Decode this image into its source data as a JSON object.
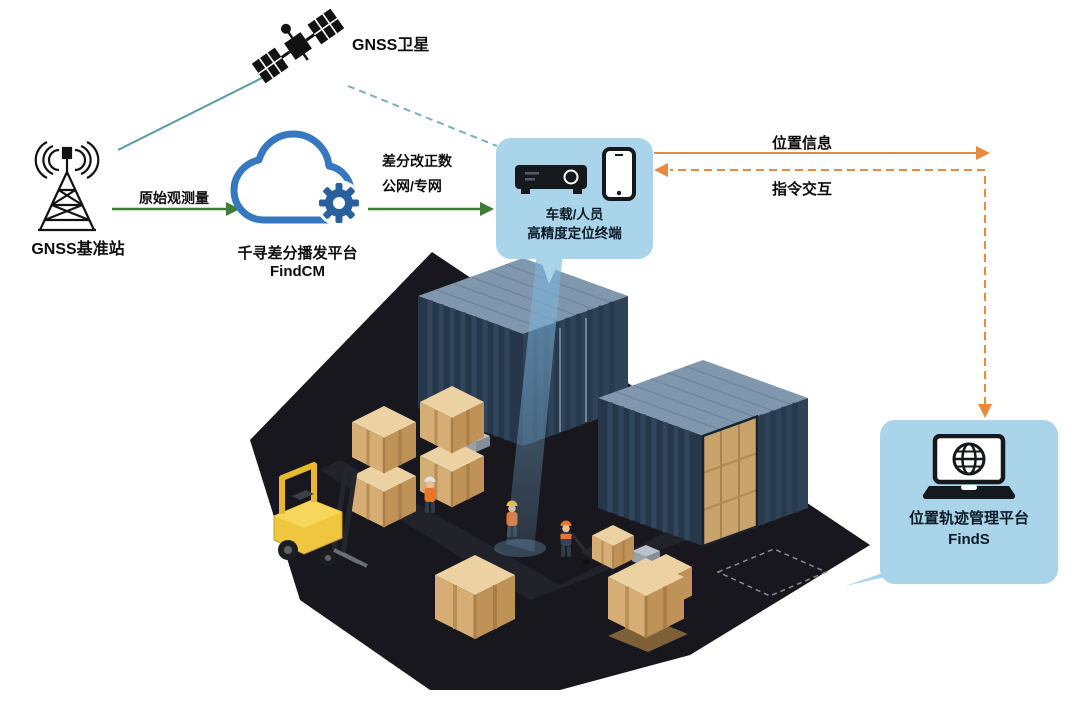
{
  "nodes": {
    "satellite": {
      "label": "GNSS卫星"
    },
    "base_station": {
      "label": "GNSS基准站"
    },
    "cloud": {
      "title": "千寻差分播发平台",
      "subtitle": "FindCM"
    },
    "terminal": {
      "line1": "车载/人员",
      "line2": "高精度定位终端"
    },
    "management": {
      "title": "位置轨迹管理平台",
      "subtitle": "FindS"
    }
  },
  "links": {
    "raw_obs": "原始观测量",
    "diff_line1": "差分改正数",
    "diff_line2": "公网/专网",
    "position_info": "位置信息",
    "command_interact": "指令交互"
  },
  "colors": {
    "bubble_blue": "#a9d4e9",
    "cloud_blue": "#3578c0",
    "gear_blue": "#2a5f9e",
    "green_arrow": "#3f7d36",
    "orange_arrow": "#e98a3c",
    "teal_line": "#5b9aaa",
    "platform_dark": "#17171d",
    "container_navy": "#263749",
    "crate_tan": "#d6ad74",
    "forklift_yellow": "#efc63e"
  }
}
